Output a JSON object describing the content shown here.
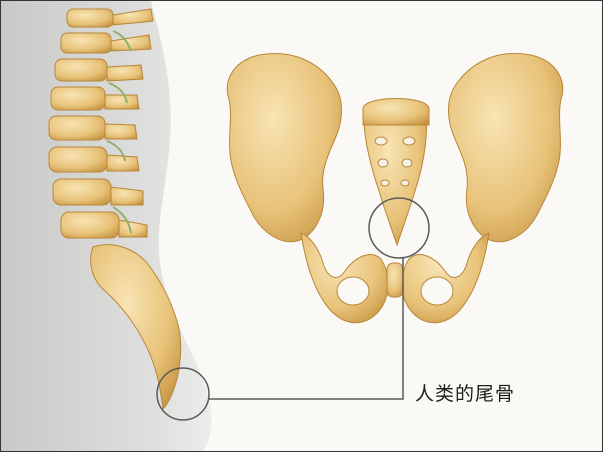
{
  "caption": "人类的尾骨",
  "colors": {
    "bone": "#e8c37a",
    "bone_shadow": "#c6923f",
    "bone_highlight": "#f7e3b3",
    "body_silhouette": "#d9d9d7",
    "callout_line": "#5a5a5a",
    "background": "#fbf9f6"
  },
  "illustration": {
    "left_view": "spine-and-tailbone-side",
    "right_view": "pelvis-front",
    "callout": "circle-with-connector-line"
  }
}
